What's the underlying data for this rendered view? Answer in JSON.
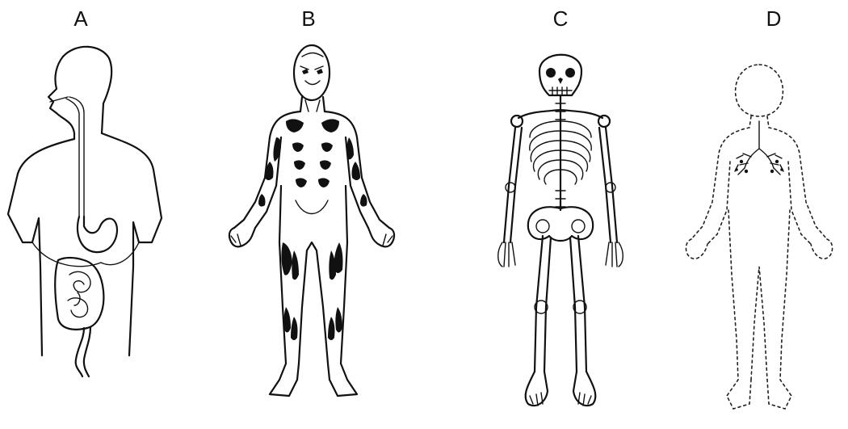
{
  "panels": [
    {
      "label": "A",
      "icon": "digestive-system-icon"
    },
    {
      "label": "B",
      "icon": "muscular-system-icon"
    },
    {
      "label": "C",
      "icon": "skeletal-system-icon"
    },
    {
      "label": "D",
      "icon": "respiratory-system-icon"
    }
  ]
}
